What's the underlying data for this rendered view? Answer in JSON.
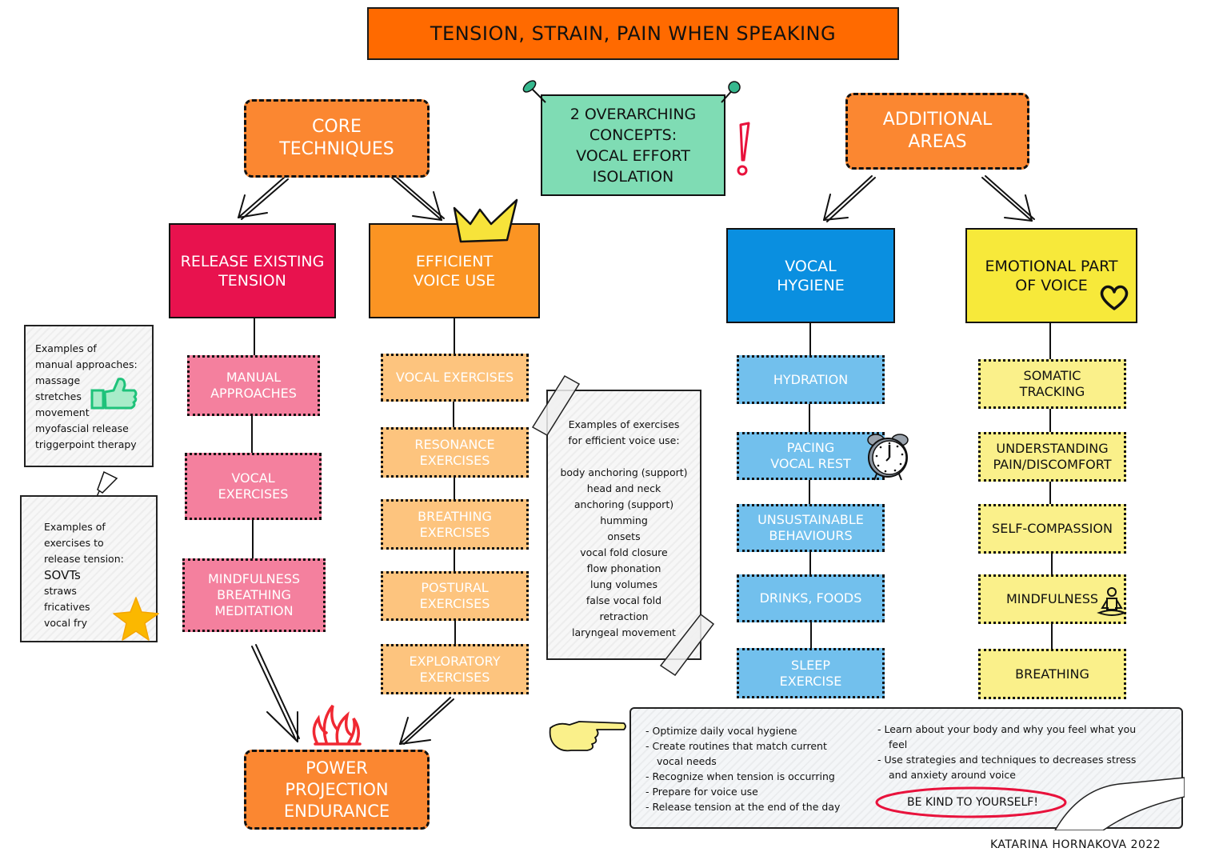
{
  "title": "TENSION, STRAIN, PAIN WHEN SPEAKING",
  "headers": {
    "core": "CORE\nTECHNIQUES",
    "concepts": "2 OVERARCHING\nCONCEPTS:\nVOCAL EFFORT\nISOLATION",
    "additional": "ADDITIONAL\nAREAS",
    "outcome": "POWER\nPROJECTION\nENDURANCE"
  },
  "categories": [
    {
      "label": "RELEASE EXISTING\nTENSION",
      "color": "#e8124e"
    },
    {
      "label": "EFFICIENT\nVOICE USE",
      "color": "#fb9423"
    },
    {
      "label": "VOCAL\nHYGIENE",
      "color": "#0a8fe0"
    },
    {
      "label": "EMOTIONAL PART\nOF VOICE",
      "color": "#f7e93a"
    }
  ],
  "columns": {
    "release": [
      "MANUAL\nAPPROACHES",
      "VOCAL\nEXERCISES",
      "MINDFULNESS\nBREATHING\nMEDITATION"
    ],
    "efficient": [
      "VOCAL EXERCISES",
      "RESONANCE\nEXERCISES",
      "BREATHING\nEXERCISES",
      "POSTURAL\nEXERCISES",
      "EXPLORATORY\nEXERCISES"
    ],
    "hygiene": [
      "HYDRATION",
      "PACING\nVOCAL REST",
      "UNSUSTAINABLE\nBEHAVIOURS",
      "DRINKS, FOODS",
      "SLEEP\nEXERCISE"
    ],
    "emotional": [
      "SOMATIC\nTRACKING",
      "UNDERSTANDING\nPAIN/DISCOMFORT",
      "SELF-COMPASSION",
      "MINDFULNESS",
      "BREATHING"
    ]
  },
  "notes": {
    "manual": [
      "Examples of",
      "manual approaches:",
      "massage",
      "stretches",
      "movement",
      "myofascial release",
      "triggerpoint therapy"
    ],
    "release_exercises": [
      "Examples of",
      "exercises to",
      "release tension:",
      "SOVTs",
      "straws",
      "fricatives",
      "vocal fry"
    ],
    "efficient": [
      "Examples of exercises",
      "for efficient voice use:",
      "",
      "body anchoring (support)",
      "head and neck",
      "anchoring (support)",
      "humming",
      "onsets",
      "vocal fold closure",
      "flow phonation",
      "lung volumes",
      "false vocal fold",
      "retraction",
      "laryngeal movement"
    ]
  },
  "summary": {
    "left": [
      "- Optimize daily vocal hygiene",
      "- Create routines that match current\n  vocal needs",
      "- Recognize when tension is occurring",
      "- Prepare for voice use",
      "- Release tension at the end of the day"
    ],
    "right": [
      "- Learn about your body and why you feel what you\n  feel",
      "- Use strategies and techniques to decreases stress\n  and anxiety around voice"
    ],
    "highlight": "BE KIND TO YOURSELF!"
  },
  "icons": [
    "thumbs-up-icon",
    "star-icon",
    "crown-icon",
    "exclamation-icon",
    "heart-icon",
    "alarm-clock-icon",
    "meditation-icon",
    "fire-icon",
    "pointing-hand-icon",
    "pin-icon",
    "tape-icon"
  ],
  "colors": {
    "title": "#ff6a00",
    "header": "#fb8731",
    "concepts": "#7fdcb4",
    "accent_red": "#e8123c"
  },
  "credit": "KATARINA HORNAKOVA 2022"
}
